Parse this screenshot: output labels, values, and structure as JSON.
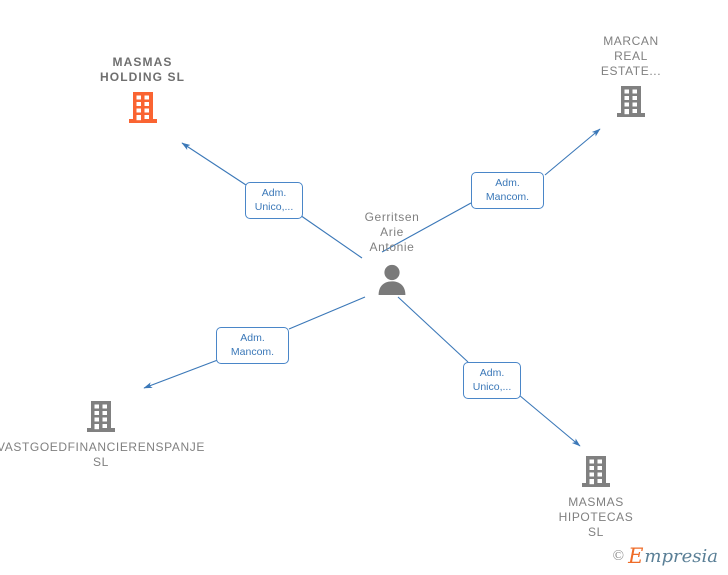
{
  "graph": {
    "background_color": "#ffffff",
    "edge_color": "#3b78b8",
    "company_icon_color": "#808080",
    "highlight_icon_color": "#fa6432",
    "person_icon_color": "#7a7a7a"
  },
  "center": {
    "id": "person-gerritsen",
    "label": "Gerritsen\nArie\nAntonie",
    "icon": "person-icon"
  },
  "nodes": [
    {
      "id": "masmas-holding",
      "label": "MASMAS\nHOLDING  SL",
      "icon": "building-icon",
      "highlight": true,
      "icon_color": "#fa6432"
    },
    {
      "id": "marcan-real-estate",
      "label": "MARCAN\nREAL\nESTATE...",
      "icon": "building-icon",
      "highlight": false,
      "icon_color": "#808080"
    },
    {
      "id": "vastgoedfinancierenspanje",
      "label": "VASTGOEDFINANCIERENSPANJE\nSL",
      "icon": "building-icon",
      "highlight": false,
      "icon_color": "#808080"
    },
    {
      "id": "masmas-hipotecas",
      "label": "MASMAS\nHIPOTECAS\nSL",
      "icon": "building-icon",
      "highlight": false,
      "icon_color": "#808080"
    }
  ],
  "edges": [
    {
      "id": "edge-masmas-holding",
      "from": "person-gerritsen",
      "to": "masmas-holding",
      "label": "Adm.\nUnico,..."
    },
    {
      "id": "edge-marcan-real-estate",
      "from": "person-gerritsen",
      "to": "marcan-real-estate",
      "label": "Adm.\nMancom."
    },
    {
      "id": "edge-vastgoedfinancierenspanje",
      "from": "person-gerritsen",
      "to": "vastgoedfinancierenspanje",
      "label": "Adm.\nMancom."
    },
    {
      "id": "edge-masmas-hipotecas",
      "from": "person-gerritsen",
      "to": "masmas-hipotecas",
      "label": "Adm.\nUnico,..."
    }
  ],
  "watermark": {
    "copyright": "©",
    "brand_initial": "E",
    "brand_rest": "mpresia"
  }
}
